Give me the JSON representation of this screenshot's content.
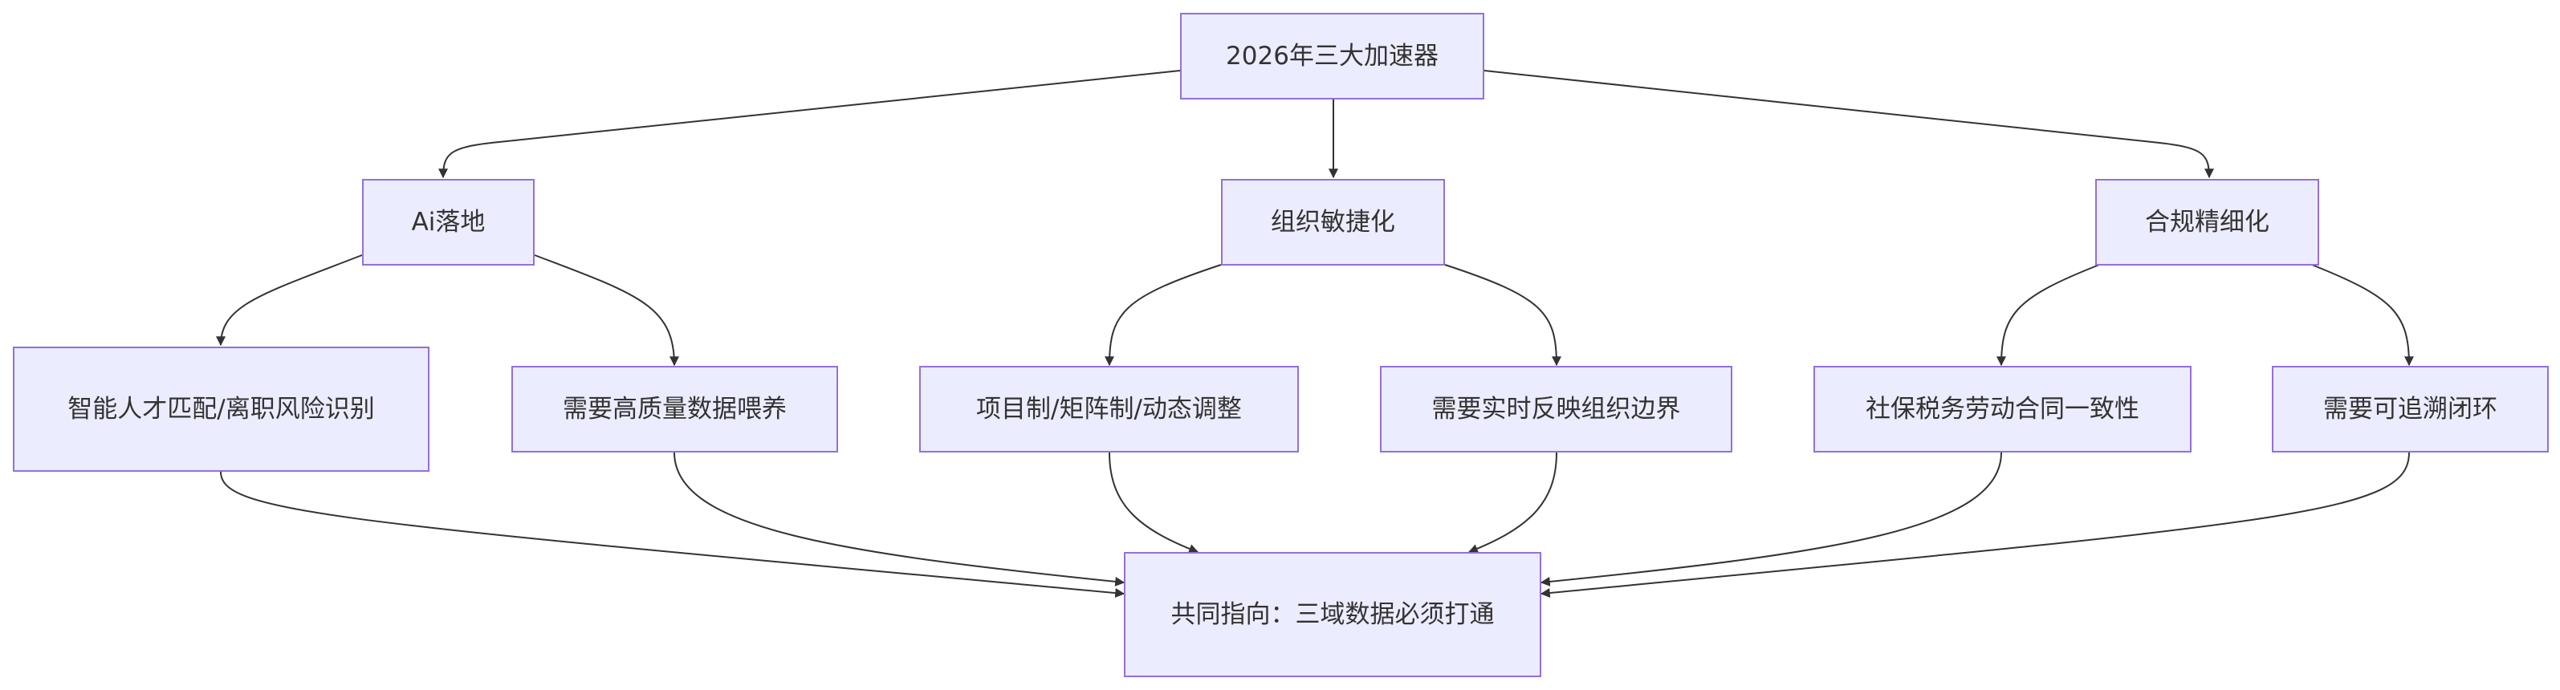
{
  "diagram": {
    "nodes": [
      {
        "id": "root",
        "label": "2026年三大加速器"
      },
      {
        "id": "ai",
        "label": "Ai落地"
      },
      {
        "id": "org",
        "label": "组织敏捷化"
      },
      {
        "id": "comp",
        "label": "合规精细化"
      },
      {
        "id": "ai_1",
        "label": "智能人才匹配/离职风险识别"
      },
      {
        "id": "ai_2",
        "label": "需要高质量数据喂养"
      },
      {
        "id": "org_1",
        "label": "项目制/矩阵制/动态调整"
      },
      {
        "id": "org_2",
        "label": "需要实时反映组织边界"
      },
      {
        "id": "comp_1",
        "label": "社保税务劳动合同一致性"
      },
      {
        "id": "comp_2",
        "label": "需要可追溯闭环"
      },
      {
        "id": "target",
        "label": "共同指向：三域数据必须打通"
      }
    ],
    "edges": [
      {
        "from": "root",
        "to": "ai"
      },
      {
        "from": "root",
        "to": "org"
      },
      {
        "from": "root",
        "to": "comp"
      },
      {
        "from": "ai",
        "to": "ai_1"
      },
      {
        "from": "ai",
        "to": "ai_2"
      },
      {
        "from": "org",
        "to": "org_1"
      },
      {
        "from": "org",
        "to": "org_2"
      },
      {
        "from": "comp",
        "to": "comp_1"
      },
      {
        "from": "comp",
        "to": "comp_2"
      },
      {
        "from": "ai_1",
        "to": "target"
      },
      {
        "from": "ai_2",
        "to": "target"
      },
      {
        "from": "org_1",
        "to": "target"
      },
      {
        "from": "org_2",
        "to": "target"
      },
      {
        "from": "comp_1",
        "to": "target"
      },
      {
        "from": "comp_2",
        "to": "target"
      }
    ]
  },
  "colors": {
    "node_fill": "#ececff",
    "node_border": "#9370db",
    "edge": "#333333",
    "text": "#333333"
  }
}
